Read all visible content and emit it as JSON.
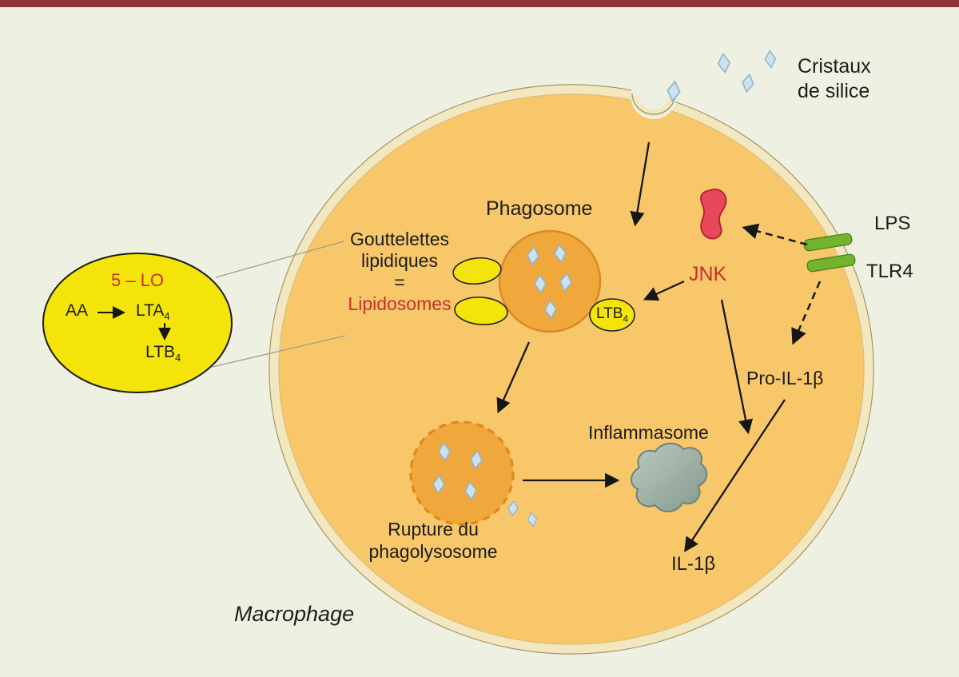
{
  "labels": {
    "silica_line1": "Cristaux",
    "silica_line2": "de silice",
    "phagosome": "Phagosome",
    "droplets_line1": "Gouttelettes",
    "droplets_line2": "lipidiques",
    "droplets_equals": "=",
    "lipidosomes": "Lipidosomes",
    "jnk": "JNK",
    "lps": "LPS",
    "tlr4": "TLR4",
    "pro_il1b": "Pro-IL-1β",
    "inflammasome": "Inflammasome",
    "il1b": "IL-1β",
    "rupture_line1": "Rupture du",
    "rupture_line2": "phagolysosome",
    "macrophage": "Macrophage",
    "ltb4_base": "LTB",
    "ltb4_sub": "4"
  },
  "inset": {
    "enzyme": "5 – LO",
    "substrate": "AA",
    "lta4_base": "LTA",
    "lta4_sub": "4",
    "ltb4_base": "LTB",
    "ltb4_sub": "4"
  },
  "colors": {
    "top_bar": "#8e343c",
    "background": "#eef1e2",
    "cell_fill": "#f8c76a",
    "membrane_cream": "#f3e7c0",
    "organelle_fill": "#f0a73c",
    "organelle_stroke": "#d98a25",
    "vesicle_yellow": "#f5e40a",
    "crystal_fill": "#cde2ee",
    "crystal_stroke": "#8fb6cc",
    "jnk_fill": "#e8485c",
    "inflammasome_fill": "#a3b5a8",
    "tlr4_green": "#74b32e",
    "accent_red_text": "#c5302c",
    "arrow": "#161616"
  }
}
